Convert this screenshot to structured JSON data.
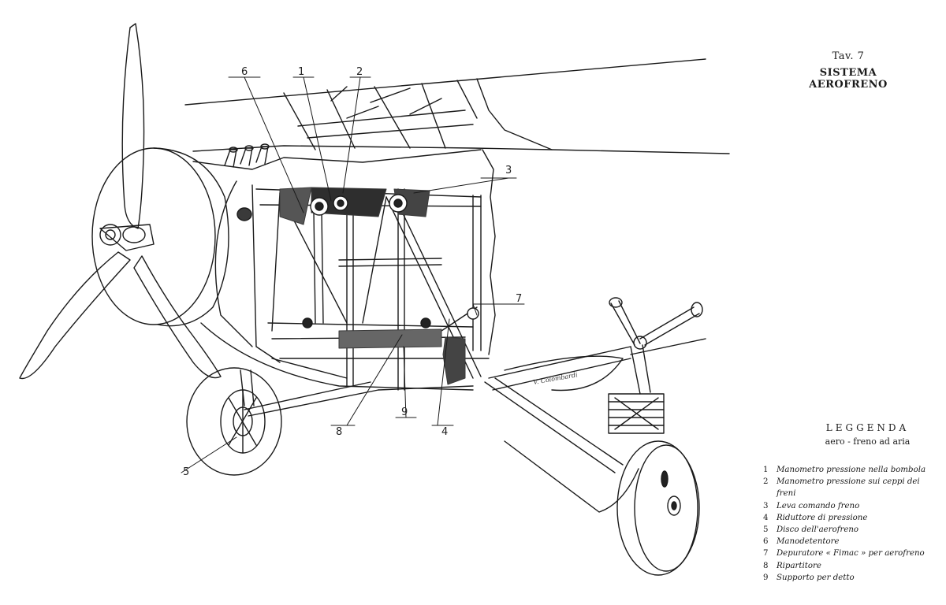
{
  "plate": {
    "number": "Tav. 7",
    "title": "SISTEMA AEROFRENO"
  },
  "legend": {
    "title": "LEGGENDA",
    "subtitle": "aero - freno ad aria",
    "items": [
      {
        "num": "1",
        "label": "Manometro pressione nella bombola"
      },
      {
        "num": "2",
        "label": "Manometro pressione sui ceppi dei freni"
      },
      {
        "num": "3",
        "label": "Leva comando freno"
      },
      {
        "num": "4",
        "label": "Riduttore di pressione"
      },
      {
        "num": "5",
        "label": "Disco dell'aerofreno"
      },
      {
        "num": "6",
        "label": "Manodetentore"
      },
      {
        "num": "7",
        "label": "Depuratore « Fimac » per aerofreno"
      },
      {
        "num": "8",
        "label": "Ripartitore"
      },
      {
        "num": "9",
        "label": "Supporto per detto"
      }
    ]
  },
  "callouts": [
    "1",
    "2",
    "3",
    "4",
    "5",
    "6",
    "7",
    "8",
    "9"
  ],
  "signature": "V. Colombardi",
  "colors": {
    "ink": "#1a1a1a",
    "shade": "#3a3a3a",
    "paper": "#ffffff"
  }
}
